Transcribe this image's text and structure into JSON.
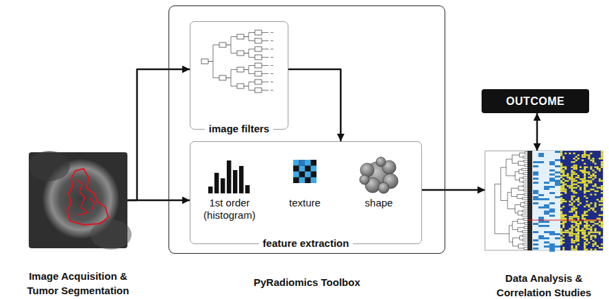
{
  "diagram": {
    "nodes": [
      {
        "text": [
          "Image Acquisition & Tumor Segmentation"
        ]
      },
      {
        "text": [
          "PyRadiomics Toolbox"
        ]
      },
      {
        "text": [
          "image filters"
        ],
        "in": 1
      },
      {
        "text": [
          "feature extraction"
        ],
        "in": 1
      },
      {
        "text": [
          "Data Analysis & Correlation Studies"
        ]
      },
      {
        "text": [
          "OUTCOME"
        ]
      }
    ],
    "edges": [
      {
        "from": 0,
        "to": 2,
        "arrow": "to"
      },
      {
        "from": 0,
        "to": 3,
        "arrow": "to"
      },
      {
        "from": 2,
        "to": 3,
        "arrow": "to"
      },
      {
        "from": 3,
        "to": 4,
        "arrow": "to"
      },
      {
        "from": 5,
        "to": 4,
        "arrow": "both"
      }
    ],
    "labels": [
      "1st order (histogram)",
      "texture",
      "shape"
    ]
  }
}
